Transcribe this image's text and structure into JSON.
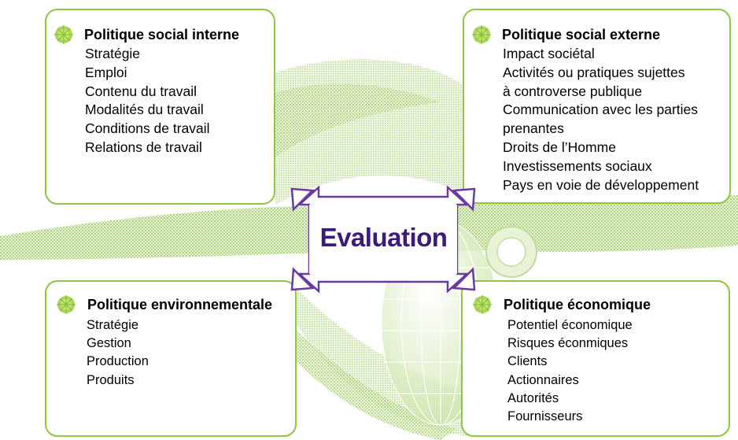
{
  "center": {
    "label": "Evaluation"
  },
  "boxes": {
    "interne": {
      "title": "Politique social interne",
      "items": [
        "Stratégie",
        "Emploi",
        "Contenu du travail",
        "Modalités du travail",
        "Conditions de travail",
        "Relations de travail"
      ]
    },
    "externe": {
      "title": "Politique social externe",
      "items": [
        "Impact sociétal",
        "Activités ou pratiques sujettes",
        "à controverse publique",
        "Communication avec les parties",
        "prenantes",
        "Droits de l’Homme",
        "Investissements sociaux",
        "Pays en  voie de développement"
      ]
    },
    "environnementale": {
      "title": "Politique environnementale",
      "items": [
        "Stratégie",
        "Gestion",
        "Production",
        "Produits"
      ]
    },
    "economique": {
      "title": "Politique économique",
      "items": [
        "Potentiel économique",
        "Risques éconmiques",
        "Clients",
        "Actionnaires",
        "Autorités",
        "Fournisseurs"
      ]
    }
  },
  "colors": {
    "box_border": "#8fc63f",
    "background_pattern": "#b9d98a",
    "arrow_frame": "#6a3aa0",
    "center_text": "#3b1a7a"
  },
  "icons": [
    "green-dot-bullet-icon",
    "globe-icon"
  ]
}
